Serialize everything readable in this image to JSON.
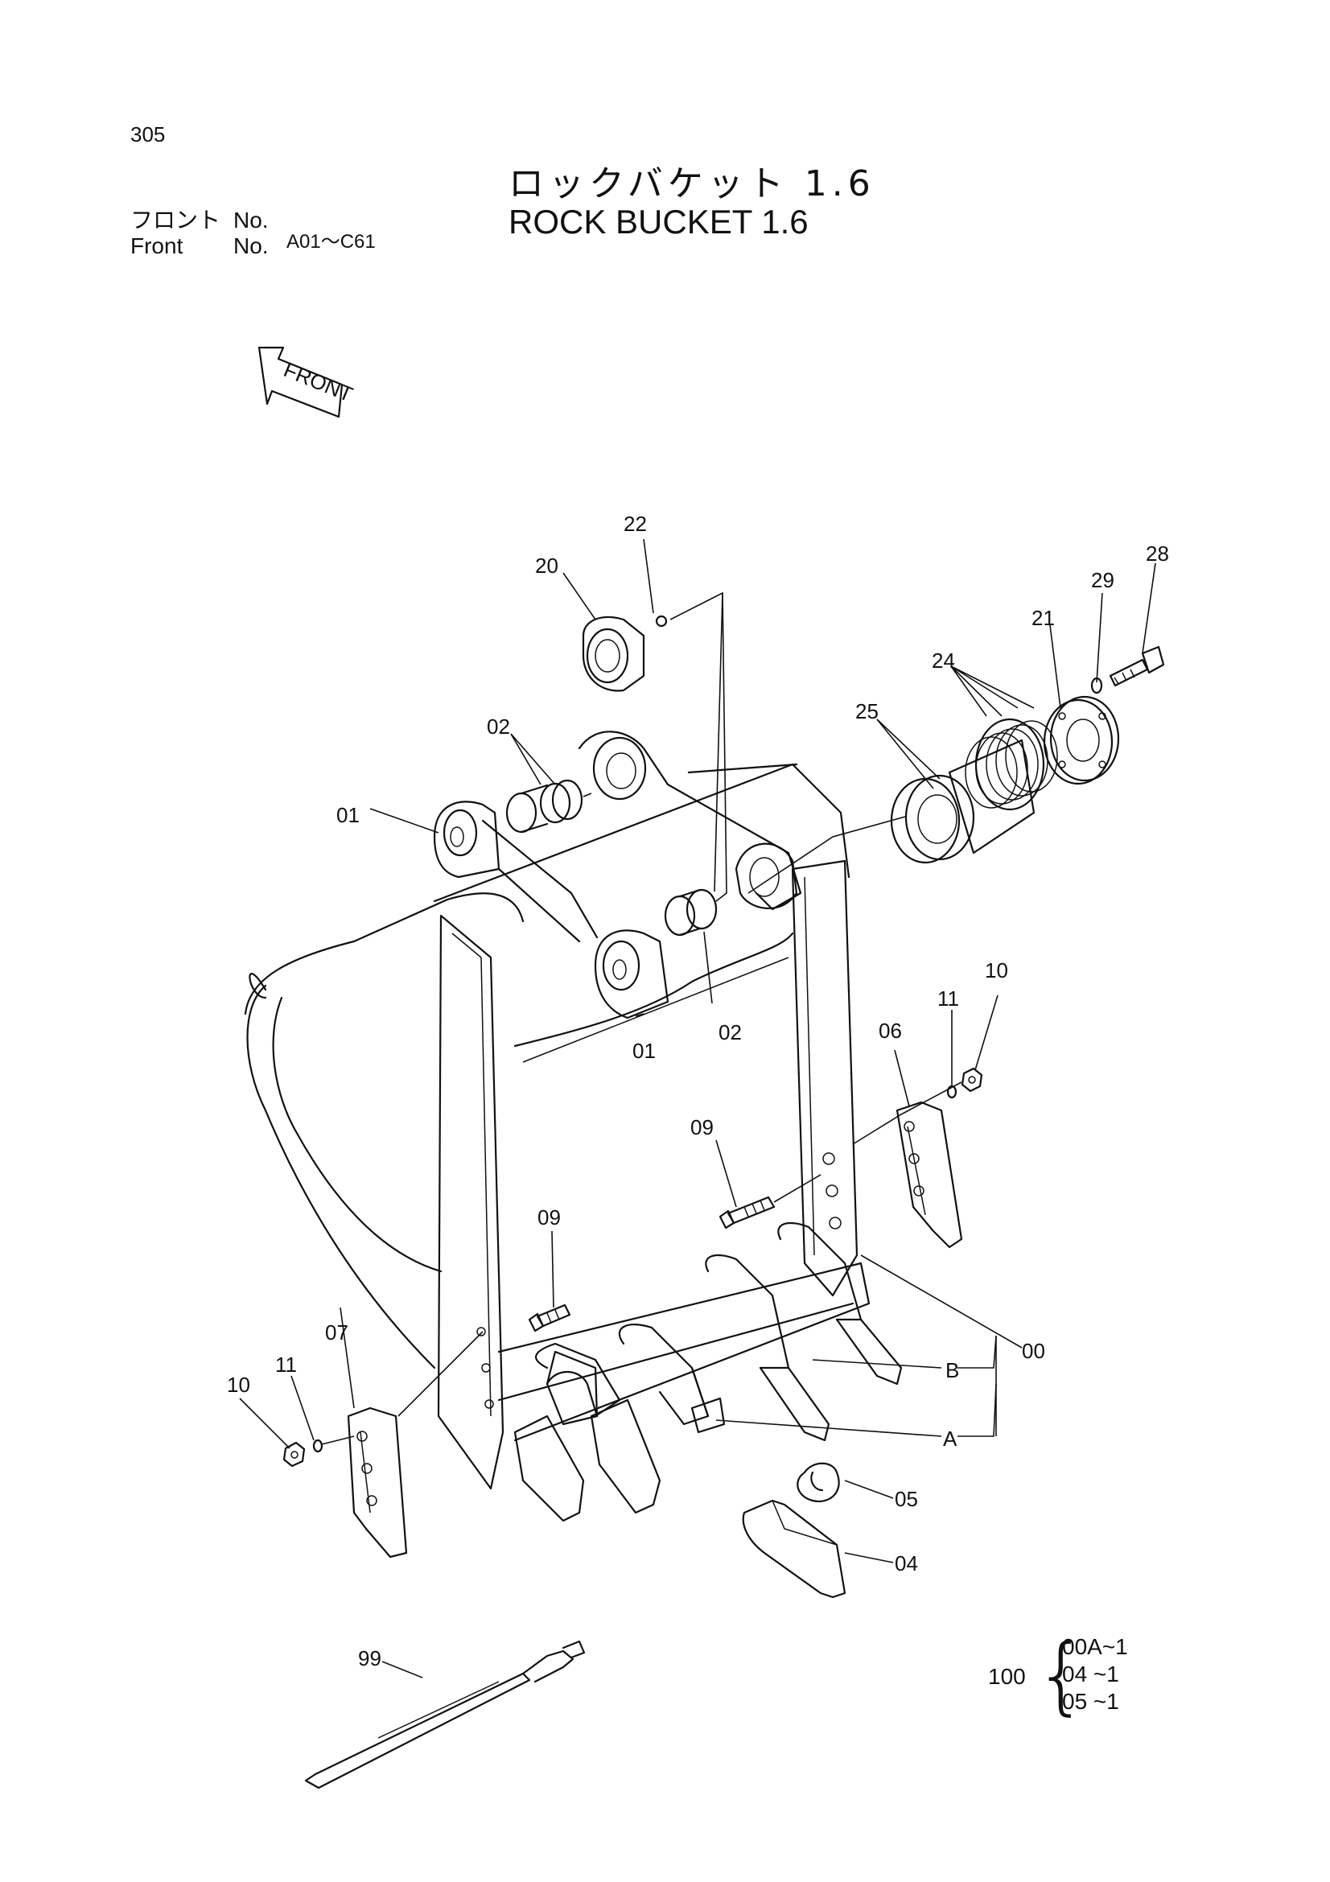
{
  "header": {
    "page_number": "305",
    "title_jp": "ロックバケット 1.6",
    "title_en": "ROCK BUCKET 1.6",
    "front_label_jp": "フロント",
    "front_label_en": "Front",
    "no_label": "No.",
    "front_range": "A01～C61"
  },
  "direction_arrow": {
    "label": "FRONT"
  },
  "callouts": {
    "c00": "00",
    "c01a": "01",
    "c01b": "01",
    "c02a": "02",
    "c02b": "02",
    "c04": "04",
    "c05": "05",
    "c06": "06",
    "c07": "07",
    "c09a": "09",
    "c09b": "09",
    "c10a": "10",
    "c10b": "10",
    "c11a": "11",
    "c11b": "11",
    "c20": "20",
    "c21": "21",
    "c22": "22",
    "c24": "24",
    "c25": "25",
    "c28": "28",
    "c29": "29",
    "c99": "99",
    "cA": "A",
    "cB": "B"
  },
  "kit": {
    "number": "100",
    "items": [
      "00A~1",
      "04  ~1",
      "05  ~1"
    ]
  }
}
